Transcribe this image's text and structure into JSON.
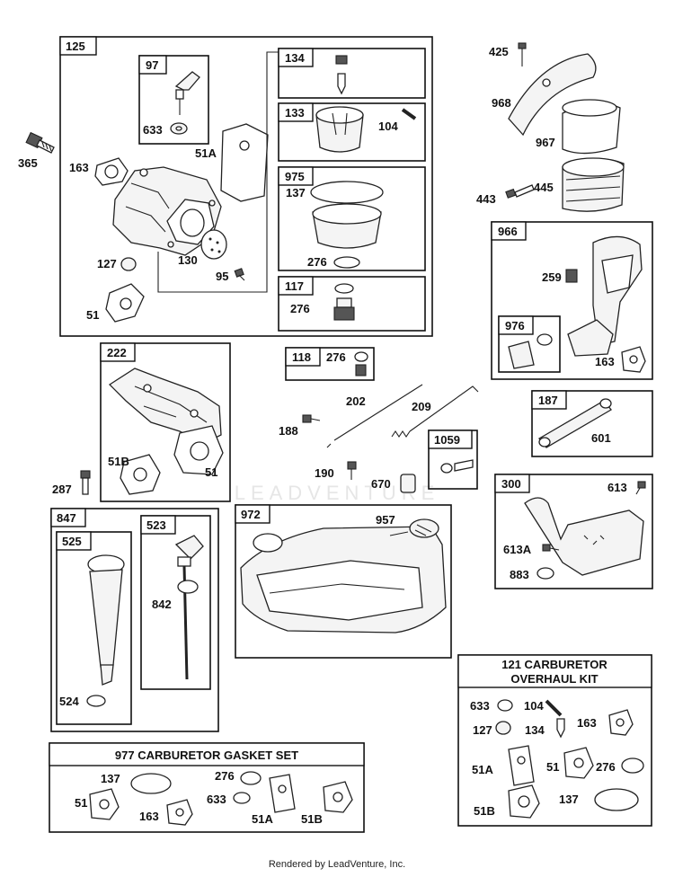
{
  "watermark": "LEADVENTURE",
  "footer": "Rendered by LeadVenture, Inc.",
  "groups": {
    "g125": "125",
    "g97": "97",
    "g134": "134",
    "g133": "133",
    "g975": "975",
    "g117": "117",
    "g966": "966",
    "g976": "976",
    "g222": "222",
    "g118": "118",
    "g187": "187",
    "g1059": "1059",
    "g300": "300",
    "g847": "847",
    "g525": "525",
    "g523": "523",
    "g972": "972",
    "kit121": "121 CARBURETOR OVERHAUL KIT",
    "kit121_line1": "121 CARBURETOR",
    "kit121_line2": "OVERHAUL KIT",
    "kit977": "977 CARBURETOR  GASKET SET"
  },
  "parts": {
    "p365": "365",
    "p163a": "163",
    "p51a": "51A",
    "p633a": "633",
    "p127a": "127",
    "p130": "130",
    "p95": "95",
    "p51": "51",
    "p104a": "104",
    "p137a": "137",
    "p276a": "276",
    "p276b": "276",
    "p425": "425",
    "p968": "968",
    "p967": "967",
    "p443": "443",
    "p445": "445",
    "p259": "259",
    "p163b": "163",
    "p276c": "276",
    "p202": "202",
    "p209": "209",
    "p188": "188",
    "p190": "190",
    "p670": "670",
    "p601": "601",
    "p51b": "51B",
    "p51c": "51",
    "p287": "287",
    "p613": "613",
    "p613a": "613A",
    "p883": "883",
    "p524": "524",
    "p842": "842",
    "p957": "957",
    "k633": "633",
    "k104": "104",
    "k127": "127",
    "k134": "134",
    "k163": "163",
    "k51a": "51A",
    "k51": "51",
    "k276": "276",
    "k51b": "51B",
    "k137": "137",
    "s137": "137",
    "s276": "276",
    "s51": "51",
    "s163": "163",
    "s633": "633",
    "s51a": "51A",
    "s51b": "51B"
  }
}
